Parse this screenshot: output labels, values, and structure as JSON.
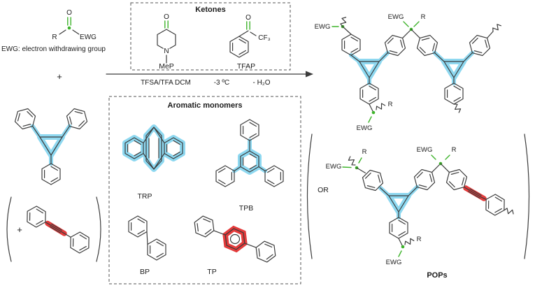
{
  "scheme": {
    "legend_definition": "EWG: electron withdrawing group",
    "plus": "+",
    "or": "OR",
    "pops": "POPs"
  },
  "atoms": {
    "o": "O",
    "n": "N",
    "cf3": "CF₃",
    "r": "R",
    "ewg": "EWG"
  },
  "ketones_box": {
    "title": "Ketones",
    "mep_label": "MeP",
    "tfap_label": "TFAP"
  },
  "reaction_conditions": {
    "reagents": "TFSA/TFA DCM",
    "temperature": "-3 ºC",
    "byproduct": "- H₂O"
  },
  "monomers_box": {
    "title": "Aromatic monomers",
    "trp_label": "TRP",
    "tpb_label": "TPB",
    "bp_label": "BP",
    "tp_label": "TP"
  },
  "colors": {
    "aromatic_highlight_blue": "#8ed8f0",
    "aromatic_highlight_red": "#e43b3b",
    "carbonyl_green": "#3db32a"
  }
}
